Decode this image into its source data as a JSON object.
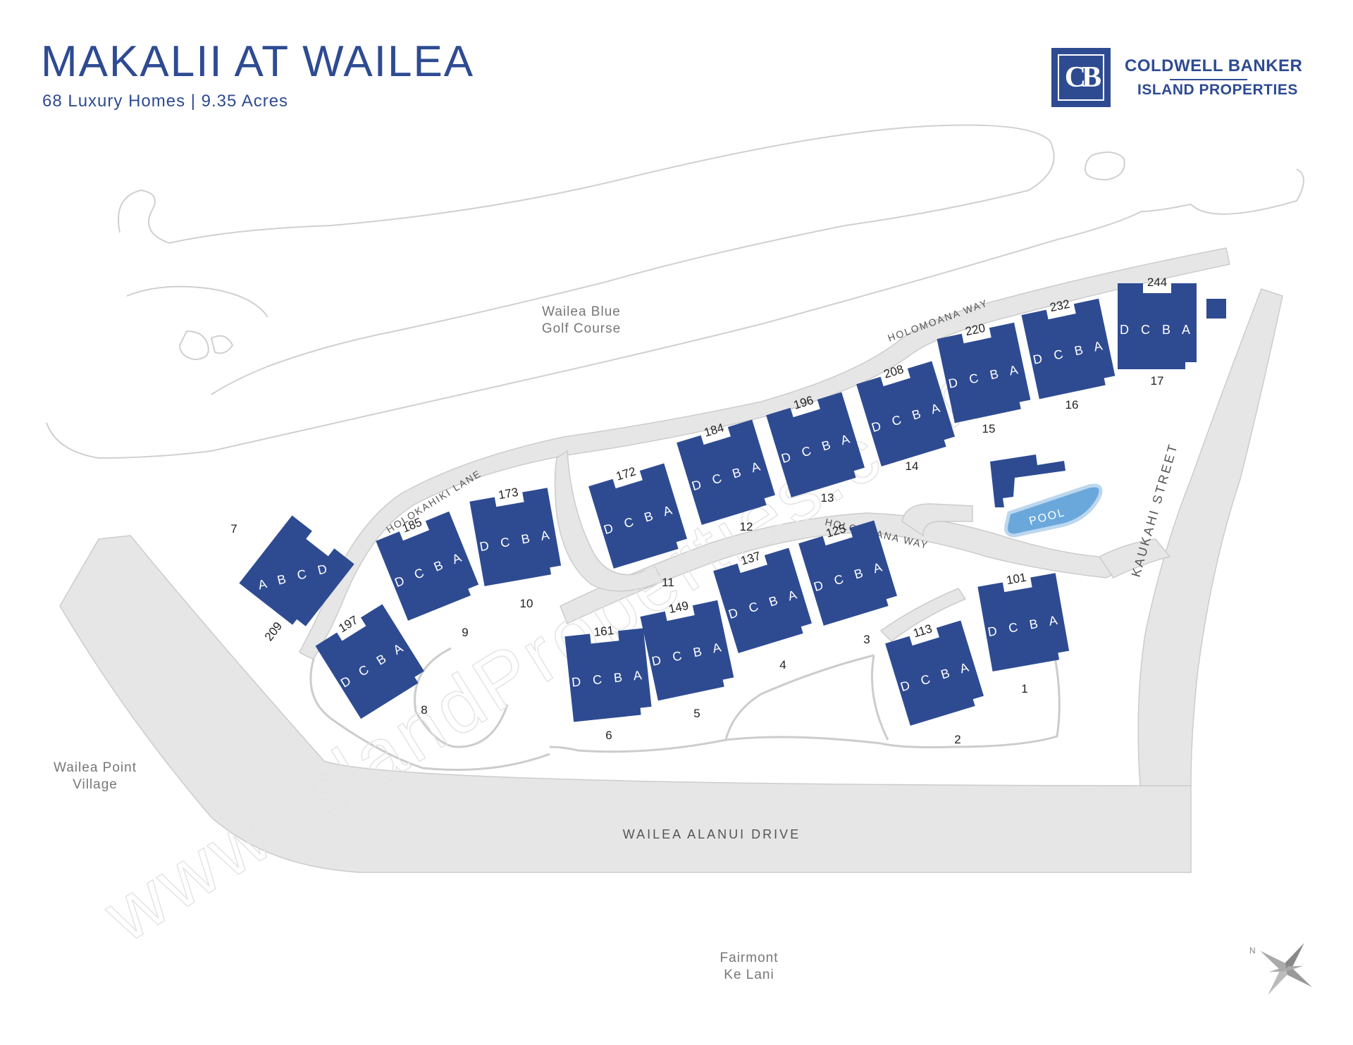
{
  "header": {
    "title": "MAKALII AT WAILEA",
    "subtitle": "68 Luxury Homes | 9.35 Acres"
  },
  "brand": {
    "monogram": "CB",
    "line1": "COLDWELL BANKER",
    "line2": "ISLAND PROPERTIES"
  },
  "watermark": "www.IslandProperties.com",
  "places": {
    "golf": [
      "Wailea Blue",
      "Golf Course"
    ],
    "village": [
      "Wailea Point",
      "Village"
    ],
    "fairmont": [
      "Fairmont",
      "Ke Lani"
    ]
  },
  "streets": {
    "holomoana_upper": "HOLOMOANA WAY",
    "holomoana_lower": "HOLOMOANA WAY",
    "holokahiki": "HOLOKAHIKI LANE",
    "kaukahi": "KAUKAHI STREET",
    "alanui": "WAILEA ALANUI DRIVE"
  },
  "amenities": {
    "pool": "POOL"
  },
  "colors": {
    "building": "#2e4b92",
    "road": "#e5e5e5",
    "road_edge": "#c9c9c9",
    "pool": "#6aa8dc",
    "text_brand": "#2e4b92"
  },
  "compass": {
    "north_label": "N",
    "icon": "compass-rose-icon"
  },
  "buildings": [
    {
      "id": "7",
      "address": "209",
      "letters": "A B C D"
    },
    {
      "id": "8",
      "address": "197",
      "letters": "D C B A"
    },
    {
      "id": "9",
      "address": "185",
      "letters": "D C B A"
    },
    {
      "id": "10",
      "address": "173",
      "letters": "D C B A"
    },
    {
      "id": "11",
      "address": "172",
      "letters": "D C B A"
    },
    {
      "id": "12",
      "address": "184",
      "letters": "D C B A"
    },
    {
      "id": "13",
      "address": "196",
      "letters": "D C B A"
    },
    {
      "id": "14",
      "address": "208",
      "letters": "D C B A"
    },
    {
      "id": "15",
      "address": "220",
      "letters": "D C B A"
    },
    {
      "id": "16",
      "address": "232",
      "letters": "D C B A"
    },
    {
      "id": "17",
      "address": "244",
      "letters": "D C B A"
    },
    {
      "id": "6",
      "address": "161",
      "letters": "D C B A"
    },
    {
      "id": "5",
      "address": "149",
      "letters": "D C B A"
    },
    {
      "id": "4",
      "address": "137",
      "letters": "D C B A"
    },
    {
      "id": "3",
      "address": "125",
      "letters": "D C B A"
    },
    {
      "id": "2",
      "address": "113",
      "letters": "D C B A"
    },
    {
      "id": "1",
      "address": "101",
      "letters": "D C B A"
    }
  ]
}
